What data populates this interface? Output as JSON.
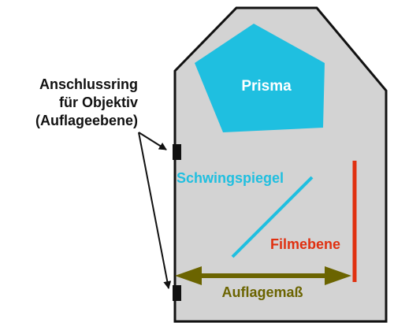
{
  "labels": {
    "mount_ring_line1": "Anschlussring",
    "mount_ring_line2": "für Objektiv",
    "mount_ring_line3": "(Auflageebene)",
    "prism": "Prisma",
    "mirror": "Schwingspiegel",
    "film_plane": "Filmebene",
    "flange_distance": "Auflagemaß"
  },
  "colors": {
    "body_fill": "#d3d3d3",
    "body_stroke": "#111111",
    "prism": "#1fbfe0",
    "mirror": "#1fbfe0",
    "film_plane": "#e03010",
    "flange_arrow": "#6b6400",
    "text_dark": "#111111"
  }
}
